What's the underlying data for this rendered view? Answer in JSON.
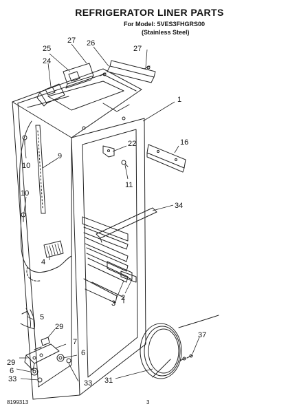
{
  "header": {
    "title": "REFRIGERATOR LINER PARTS",
    "model_line": "For Model: 5VES3FHGRS00",
    "finish": "(Stainless Steel)"
  },
  "callouts": [
    "25",
    "27",
    "26",
    "27",
    "24",
    "1",
    "22",
    "16",
    "9",
    "10",
    "11",
    "10",
    "34",
    "4",
    "3",
    "2",
    "5",
    "29",
    "7",
    "6",
    "29",
    "6",
    "33",
    "33",
    "31",
    "37"
  ],
  "footer": {
    "part_number": "8199313",
    "page_number": "3"
  }
}
